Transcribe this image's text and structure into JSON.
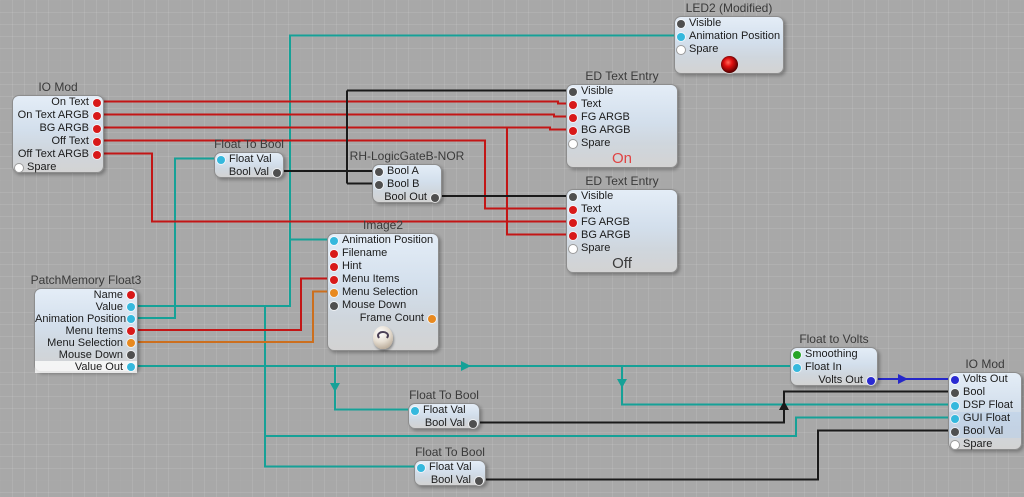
{
  "palette": {
    "canvas_bg": "#a8a8a8",
    "port_string": "#d81919",
    "port_float": "#35b8dd",
    "port_int": "#e8891f",
    "port_bool": "#4f4f4f",
    "port_spare": "#ffffff",
    "port_green": "#27a527",
    "port_volts": "#2a2ad2",
    "wire_teal": "#16a197",
    "wire_red": "#c31616",
    "wire_black": "#1a1a1a",
    "wire_orange": "#cc6f1e",
    "wire_blue": "#2527c9",
    "led_color": "#e21010",
    "display_on_color": "#e04343",
    "display_off_color": "#3c3c3c"
  },
  "nodes": [
    {
      "title": "IO Mod",
      "ports": [
        {
          "label": "On Text"
        },
        {
          "label": "On Text ARGB"
        },
        {
          "label": "BG ARGB"
        },
        {
          "label": "Off Text"
        },
        {
          "label": "Off Text ARGB"
        },
        {
          "label": "Spare"
        }
      ]
    },
    {
      "title": "Float To Bool",
      "ports": [
        {
          "label": "Float Val"
        },
        {
          "label": "Bool Val"
        }
      ]
    },
    {
      "title": "RH-LogicGateB-NOR",
      "ports": [
        {
          "label": "Bool A"
        },
        {
          "label": "Bool B"
        },
        {
          "label": "Bool Out"
        }
      ]
    },
    {
      "title": "LED2 (Modified)",
      "ports": [
        {
          "label": "Visible"
        },
        {
          "label": "Animation Position"
        },
        {
          "label": "Spare"
        }
      ]
    },
    {
      "title": "ED Text Entry",
      "display": "On",
      "ports": [
        {
          "label": "Visible"
        },
        {
          "label": "Text"
        },
        {
          "label": "FG ARGB"
        },
        {
          "label": "BG ARGB"
        },
        {
          "label": "Spare"
        }
      ]
    },
    {
      "title": "ED Text Entry",
      "display": "Off",
      "ports": [
        {
          "label": "Visible"
        },
        {
          "label": "Text"
        },
        {
          "label": "FG ARGB"
        },
        {
          "label": "BG ARGB"
        },
        {
          "label": "Spare"
        }
      ]
    },
    {
      "title": "Image2",
      "ports": [
        {
          "label": "Animation Position"
        },
        {
          "label": "Filename"
        },
        {
          "label": "Hint"
        },
        {
          "label": "Menu Items"
        },
        {
          "label": "Menu Selection"
        },
        {
          "label": "Mouse Down"
        },
        {
          "label": "Frame Count"
        }
      ]
    },
    {
      "title": "PatchMemory Float3",
      "ports": [
        {
          "label": "Name"
        },
        {
          "label": "Value"
        },
        {
          "label": "Animation Position"
        },
        {
          "label": "Menu Items"
        },
        {
          "label": "Menu Selection"
        },
        {
          "label": "Mouse Down"
        },
        {
          "label": "Value Out"
        }
      ]
    },
    {
      "title": "Float to Volts",
      "ports": [
        {
          "label": "Smoothing"
        },
        {
          "label": "Float In"
        },
        {
          "label": "Volts Out"
        }
      ]
    },
    {
      "title": "IO Mod",
      "ports": [
        {
          "label": "Volts Out"
        },
        {
          "label": "Bool"
        },
        {
          "label": "DSP Float"
        },
        {
          "label": "GUI Float"
        },
        {
          "label": "Bool Val"
        },
        {
          "label": "Spare"
        }
      ]
    },
    {
      "title": "Float To Bool",
      "ports": [
        {
          "label": "Float Val"
        },
        {
          "label": "Bool Val"
        }
      ]
    },
    {
      "title": "Float To Bool",
      "ports": [
        {
          "label": "Float Val"
        },
        {
          "label": "Bool Val"
        }
      ]
    }
  ]
}
